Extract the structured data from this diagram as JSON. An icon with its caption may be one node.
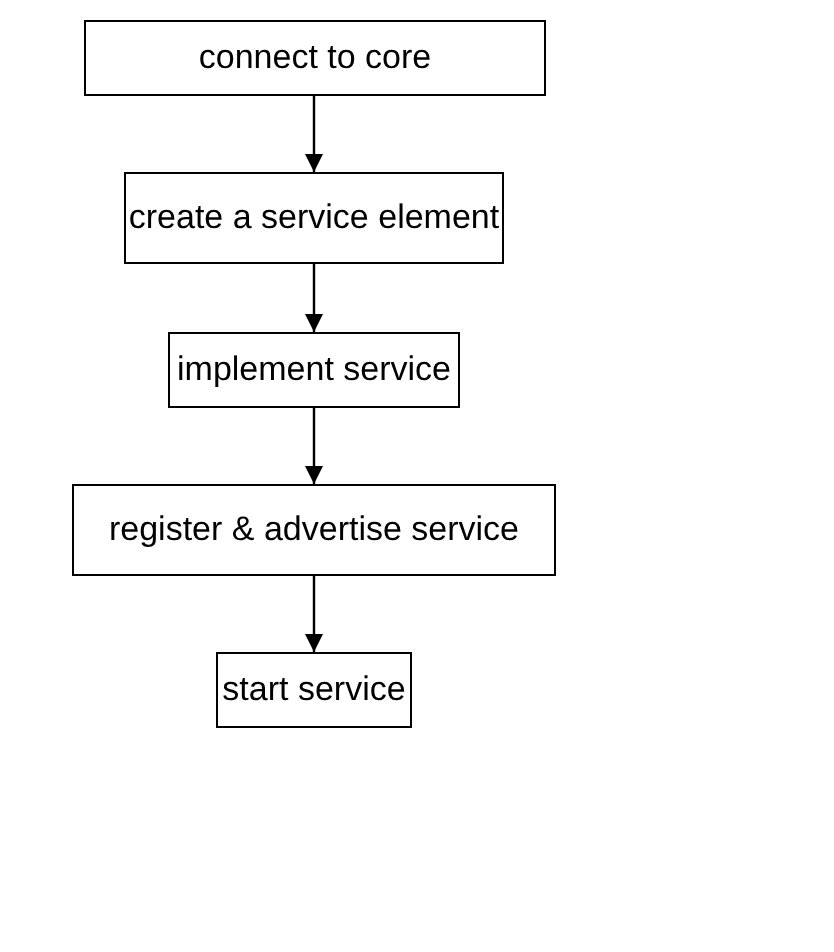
{
  "diagram": {
    "nodes": [
      {
        "text": [
          "connect to core"
        ]
      },
      {
        "text": [
          "create a service element"
        ]
      },
      {
        "text": [
          "implement service"
        ]
      },
      {
        "text": [
          "register & advertise service"
        ]
      },
      {
        "text": [
          "start service"
        ]
      }
    ],
    "edges": [
      {
        "from": 0,
        "to": 1,
        "arrow": "to"
      },
      {
        "from": 1,
        "to": 2,
        "arrow": "to"
      },
      {
        "from": 2,
        "to": 3,
        "arrow": "to"
      },
      {
        "from": 3,
        "to": 4,
        "arrow": "to"
      }
    ]
  }
}
